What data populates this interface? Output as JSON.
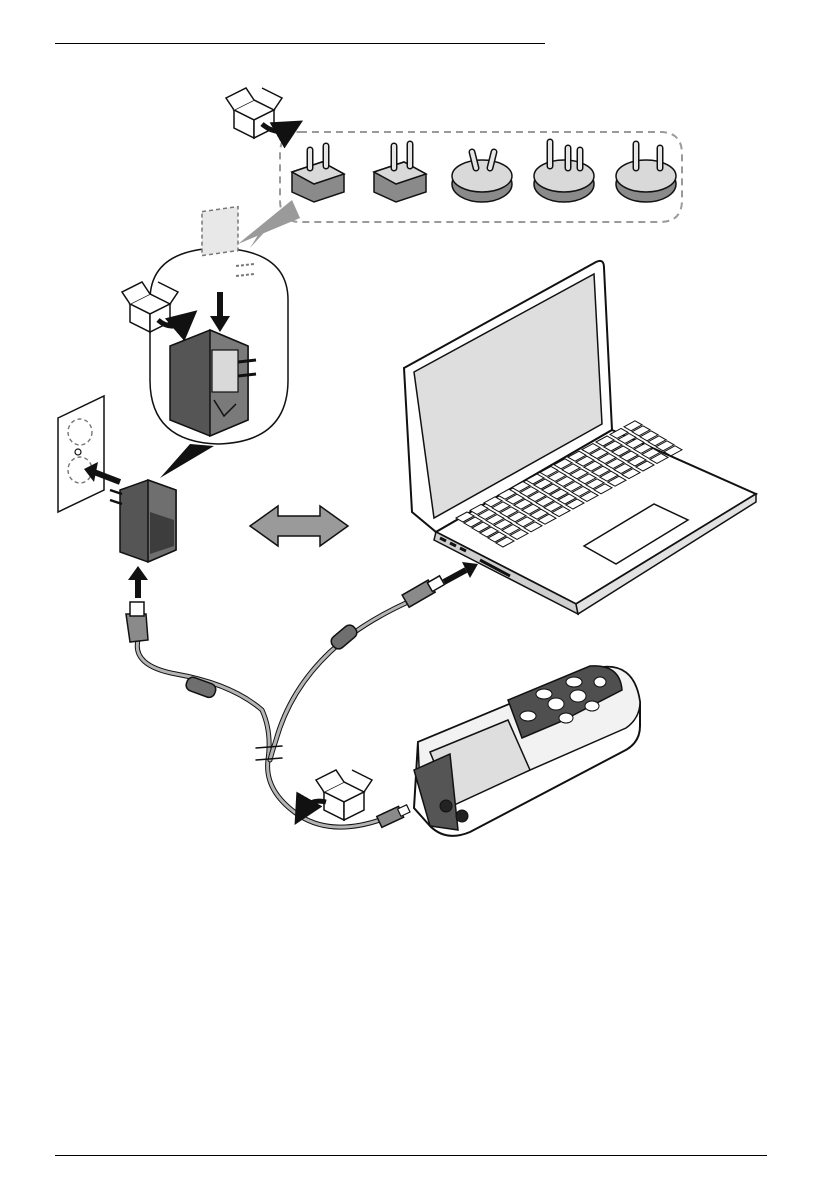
{
  "diagram": {
    "plug_adapters": [
      {
        "style": "type-a"
      },
      {
        "style": "type-c"
      },
      {
        "style": "type-i"
      },
      {
        "style": "type-g"
      },
      {
        "style": "type-f"
      }
    ],
    "colors": {
      "outline": "#1a1a1a",
      "device_dark": "#555555",
      "device_mid": "#8a8a8a",
      "device_light": "#d9d9d9",
      "screen": "#dedede",
      "cable": "#9a9a9a",
      "dashed": "#9a9a9a"
    },
    "icons": [
      "box-icon",
      "arrow-icon",
      "wall-outlet-icon",
      "power-adapter-icon",
      "laptop-icon",
      "handheld-meter-icon",
      "usb-cable-icon",
      "double-arrow-icon"
    ]
  }
}
